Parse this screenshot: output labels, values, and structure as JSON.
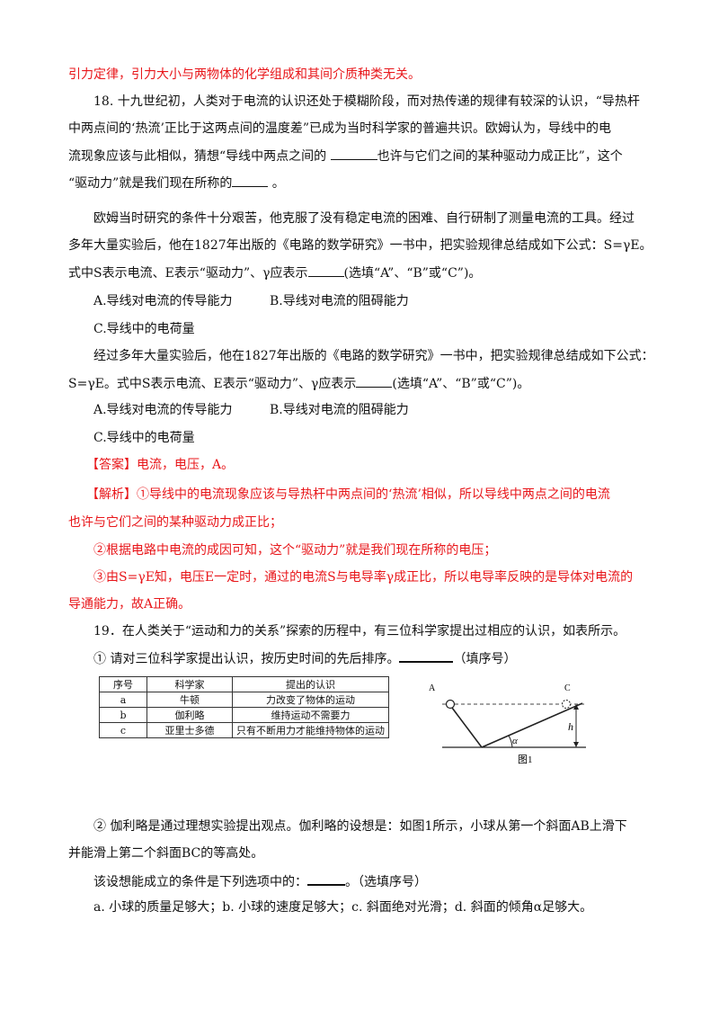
{
  "lines": {
    "l0": "引力定律，引力大小与两物体的化学组成和其间介质种类无关。",
    "l1": "18. 十九世纪初，人类对于电流的认识还处于模糊阶段，而对热传递的规律有较深的认识，“导热杆",
    "l2": "中两点间的‘热流’正比于这两点间的温度差”已成为当时科学家的普遍共识。欧姆认为，导线中的电",
    "l3a": "流现象应该与此相似，猜想“导线中两点之间的 ",
    "l3b": "也许与它们之间的某种驱动力成正比”，这个",
    "l4a": "“驱动力”就是我们现在所称的",
    "l4b": " 。",
    "l5": "欧姆当时研究的条件十分艰苦，他克服了没有稳定电流的困难、自行研制了测量电流的工具。经过",
    "l6": "多年大量实验后，他在1827年出版的《电路的数学研究》一书中，把实验规律总结成如下公式：S=γE。",
    "l7a": "式中S表示电流、E表示“驱动力”、γ应表示",
    "l7b": "(选填“A”、“B”或“C”)。",
    "optA1": "A.导线对电流的传导能力",
    "optB1": "B.导线对电流的阻碍能力",
    "optC1": "C.导线中的电荷量",
    "l11": "经过多年大量实验后，他在1827年出版的《电路的数学研究》一书中，把实验规律总结成如下公式：",
    "l12a": "S=γE。式中S表示电流、E表示“驱动力”、γ应表示",
    "l12b": "(选填“A”、“B”或“C”)。",
    "optA2": "A.导线对电流的传导能力",
    "optB2": "B.导线对电流的阻碍能力",
    "optC2": "C.导线中的电荷量",
    "ans": "【答案】电流，电压，A。",
    "exp1": "【解析】①导线中的电流现象应该与导热杆中两点间的‘热流’相似，所以导线中两点之间的电流",
    "exp2": "也许与它们之间的某种驱动力成正比；",
    "exp3": "②根据电路中电流的成因可知，这个“驱动力”就是我们现在所称的电压；",
    "exp4": "③由S=γE知，电压E一定时，通过的电流S与电导率γ成正比，所以电导率反映的是导体对电流的",
    "exp5": "导通能力，故A正确。",
    "q19": "19．在人类关于“运动和力的关系”探索的历程中，有三位科学家提出过相应的认识，如表所示。",
    "q19_1a": "① 请对三位科学家提出认识，按历史时间的先后排序。",
    "q19_1b": "（填序号）",
    "q19_2a": "② 伽利略是通过理想实验提出观点。伽利略的设想是：如图1所示，小球从第一个斜面AB上滑下",
    "q19_2b": "并能滑上第二个斜面BC的等高处。",
    "q19_3a": "该设想能成立的条件是下列选项中的：",
    "q19_3b": "。（选填序号）",
    "q19_4": "a. 小球的质量足够大；b. 小球的速度足够大；c. 斜面绝对光滑；d. 斜面的倾角α足够大。"
  },
  "table": {
    "headers": [
      "序号",
      "科学家",
      "提出的认识"
    ],
    "rows": [
      [
        "a",
        "牛顿",
        "力改变了物体的运动"
      ],
      [
        "b",
        "伽利略",
        "维持运动不需要力"
      ],
      [
        "c",
        "亚里士多德",
        "只有不断用力才能维持物体的运动"
      ]
    ]
  },
  "figure": {
    "label_a": "A",
    "label_c": "C",
    "label_h": "h",
    "label_alpha": "α",
    "caption": "图1"
  },
  "colors": {
    "red": "#e8161a",
    "text": "#111111"
  }
}
